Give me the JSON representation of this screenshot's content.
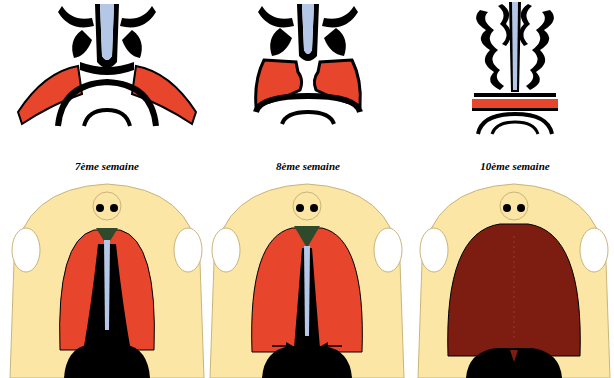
{
  "diagram": {
    "labels": [
      "7ème semaine",
      "8ème semaine",
      "10ème semaine"
    ]
  }
}
